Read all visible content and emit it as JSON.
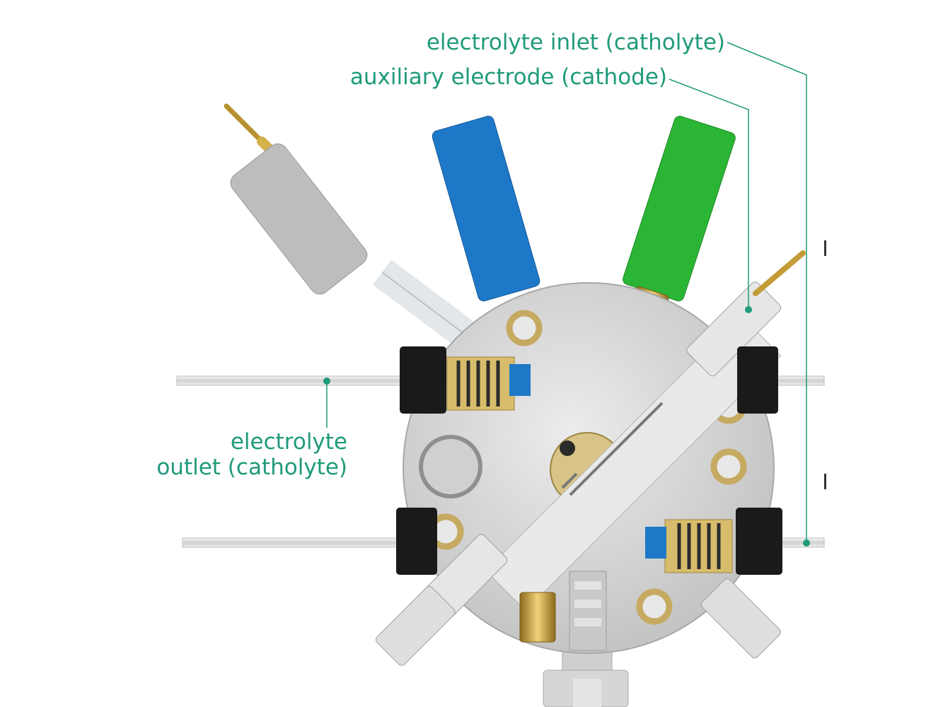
{
  "labels": {
    "electrolyte_inlet": "electrolyte inlet (catholyte)",
    "auxiliary_electrode": "auxiliary electrode (cathode)",
    "electrolyte_outlet_line1": "electrolyte",
    "electrolyte_outlet_line2": "outlet (catholyte)"
  },
  "colors": {
    "annotation": "#1f9a7a",
    "cell_body": "#d8d8d8",
    "blue_connector": "#1e78c8",
    "green_connector": "#2bb534",
    "gray_connector": "#b9b9b9",
    "brass": "#c9a94a",
    "black_fitting": "#1a1a1a"
  }
}
